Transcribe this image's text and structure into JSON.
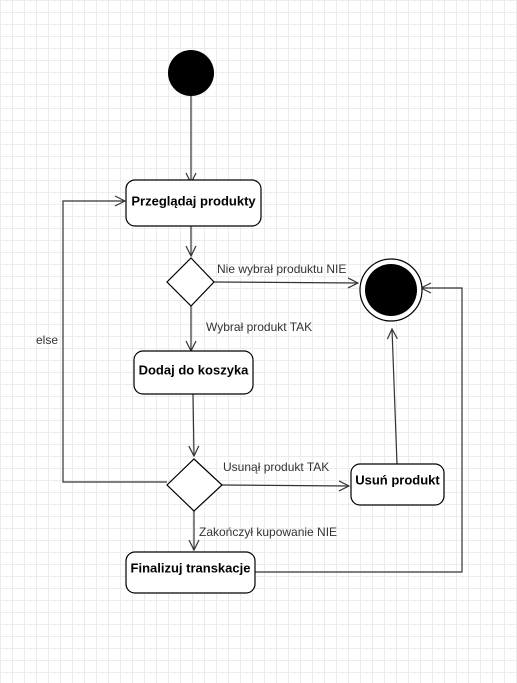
{
  "nodes": {
    "browse": "Przeglądaj produkty",
    "add_to_cart": "Dodaj do koszyka",
    "remove_product": "Usuń produkt",
    "finalize": "Finalizuj transkacje"
  },
  "edges": {
    "not_selected": "Nie wybrał produktu NIE",
    "selected": "Wybrał produkt TAK",
    "removed": "Usunął produkt TAK",
    "finished": "Zakończył kupowanie NIE",
    "else": "else"
  },
  "colors": {
    "line": "#333333",
    "node_border": "#000000",
    "fill_dark": "#000000",
    "label_text": "#333333"
  }
}
